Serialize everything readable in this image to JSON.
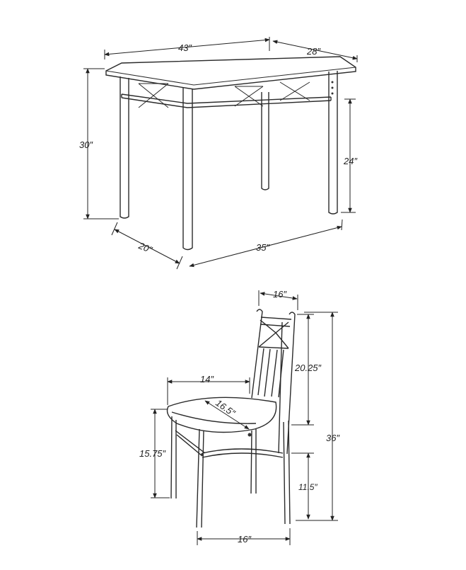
{
  "table": {
    "dims": {
      "top_length": "43″",
      "top_width": "28″",
      "height": "30″",
      "apron_height": "24″",
      "leg_depth": "20″",
      "leg_length": "35″"
    }
  },
  "chair": {
    "dims": {
      "back_width": "16″",
      "back_height": "20.25″",
      "seat_depth": "14″",
      "seat_diagonal": "16.5″",
      "total_height": "36″",
      "seat_height": "15.75″",
      "rail_height": "11.5″",
      "base_width": "16″"
    }
  }
}
